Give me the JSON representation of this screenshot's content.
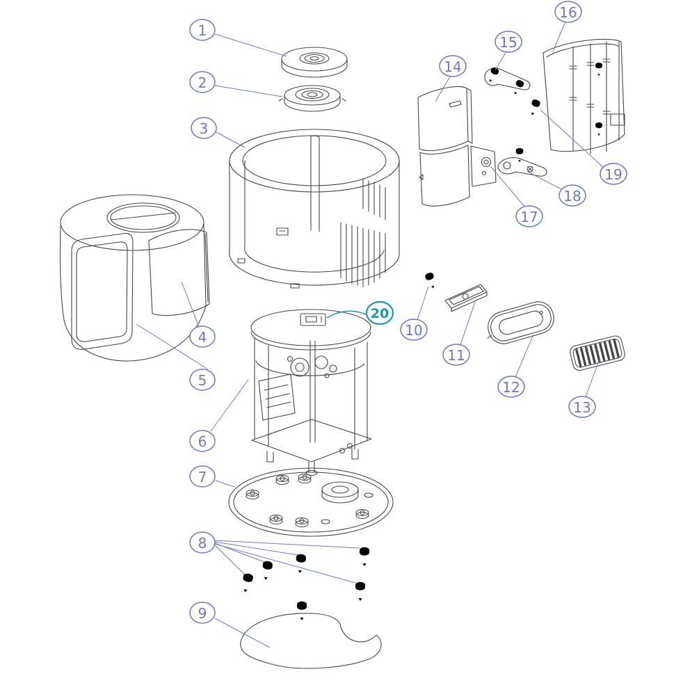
{
  "colors": {
    "background": "#ffffff",
    "art": "#454545",
    "callout": "#6b78c8",
    "leader": "#6b78c8",
    "highlight": "#1899ab"
  },
  "callouts": [
    {
      "label": "1"
    },
    {
      "label": "2"
    },
    {
      "label": "3"
    },
    {
      "label": "4"
    },
    {
      "label": "5"
    },
    {
      "label": "6"
    },
    {
      "label": "7"
    },
    {
      "label": "8"
    },
    {
      "label": "9"
    },
    {
      "label": "10"
    },
    {
      "label": "11"
    },
    {
      "label": "12"
    },
    {
      "label": "13"
    },
    {
      "label": "14"
    },
    {
      "label": "15"
    },
    {
      "label": "16"
    },
    {
      "label": "17"
    },
    {
      "label": "18"
    },
    {
      "label": "19"
    },
    {
      "label": "20",
      "highlight": true
    }
  ]
}
